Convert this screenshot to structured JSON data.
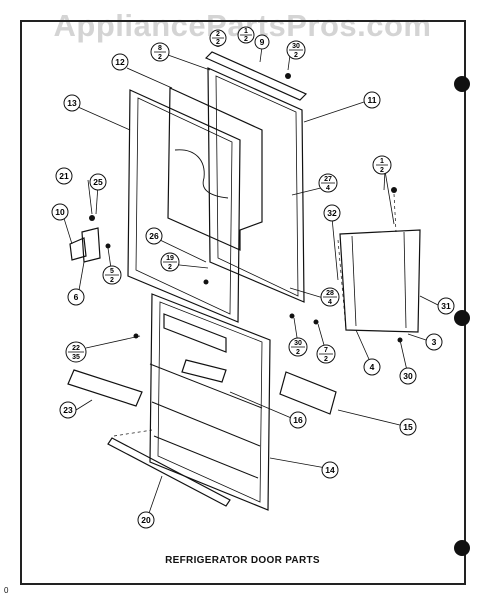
{
  "watermark": "AppliancePartsPros.com",
  "title": "REFRIGERATOR DOOR PARTS",
  "corner_mark": "0",
  "callouts": {
    "c1": {
      "num": "1",
      "den": "2"
    },
    "c2": {
      "num": "2",
      "den": "2"
    },
    "c3": "3",
    "c4": "4",
    "c5": {
      "num": "5",
      "den": "2"
    },
    "c6": "6",
    "c7": {
      "num": "7",
      "den": "2"
    },
    "c8": {
      "num": "8",
      "den": "2"
    },
    "c9": "9",
    "c10": "10",
    "c11": "11",
    "c12": "12",
    "c13": "13",
    "c14": "14",
    "c15": "15",
    "c16": "16",
    "c19": {
      "num": "19",
      "den": "2"
    },
    "c20": "20",
    "c21": "21",
    "c22": {
      "num": "22",
      "den": "35"
    },
    "c23": "23",
    "c25": "25",
    "c26": "26",
    "c27": {
      "num": "27",
      "den": "4"
    },
    "c28": {
      "num": "28",
      "den": "4"
    },
    "c30a": {
      "num": "30",
      "den": "2"
    },
    "c30b": {
      "num": "30",
      "den": "2"
    },
    "c30c": "30",
    "c31": "31",
    "c32": "32"
  }
}
